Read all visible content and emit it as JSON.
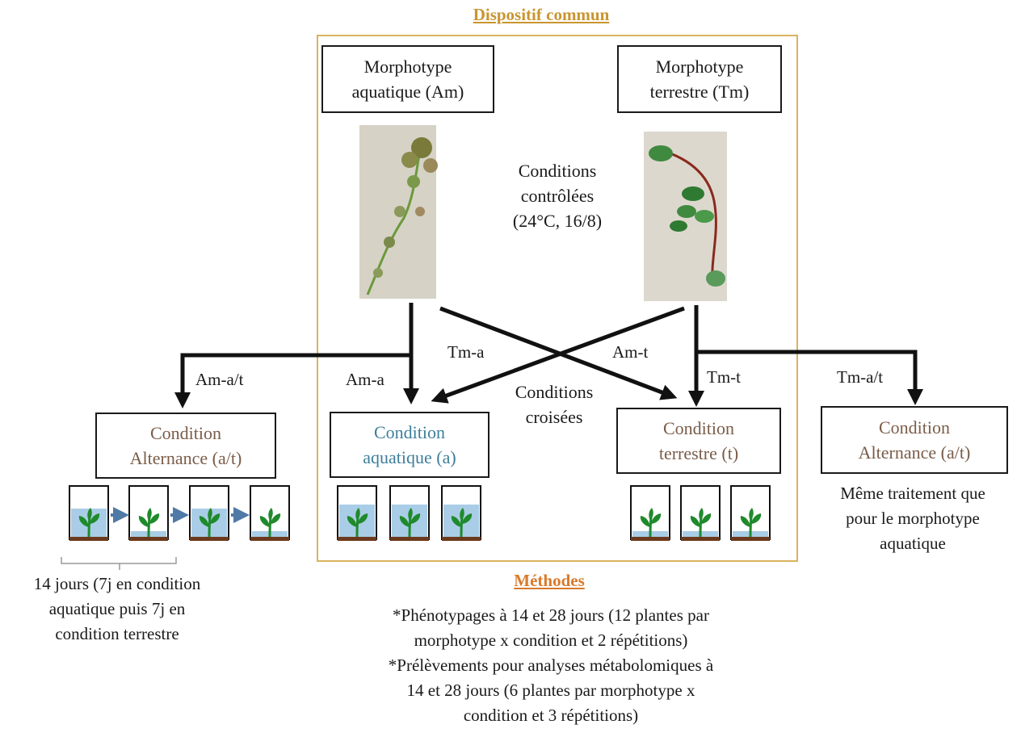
{
  "common_title": "Dispositif commun",
  "methods_title": "Méthodes",
  "morphotypes": {
    "aquatic": [
      "Morphotype",
      "aquatique (Am)"
    ],
    "terrestrial": [
      "Morphotype",
      "terrestre (Tm)"
    ]
  },
  "controlled_conditions": [
    "Conditions",
    "contrôlées",
    "(24°C, 16/8)"
  ],
  "crossed_conditions": [
    "Conditions",
    "croisées"
  ],
  "arrow_labels": {
    "am_at": "Am-a/t",
    "am_a": "Am-a",
    "tm_a": "Tm-a",
    "am_t": "Am-t",
    "tm_t": "Tm-t",
    "tm_at": "Tm-a/t"
  },
  "condition_boxes": {
    "left_alternance": [
      "Condition",
      "Alternance (a/t)"
    ],
    "aquatique": [
      "Condition",
      "aquatique (a)"
    ],
    "terrestre": [
      "Condition",
      "terrestre (t)"
    ],
    "right_alternance": [
      "Condition",
      "Alternance (a/t)"
    ]
  },
  "alternance_duration_note": [
    "14 jours (7j en condition",
    "aquatique puis 7j en",
    "condition terrestre"
  ],
  "same_treatment_note": [
    "Même traitement que",
    "pour le morphotype",
    "aquatique"
  ],
  "methods_lines": [
    "*Phénotypages à 14 et 28 jours (12 plantes par",
    "morphotype x condition et 2 répétitions)",
    "*Prélèvements pour analyses métabolomiques à",
    "14 et 28 jours (6 plantes par morphotype x",
    "condition et 3 répétitions)"
  ],
  "colors": {
    "title_gold": "#c9952f",
    "frame_gold": "#d9b35e",
    "methods_orange": "#d97a2b",
    "alternance_brown": "#7a5c48",
    "aquatic_blue": "#3d7f9a",
    "terrestrial_brown": "#7a5c48",
    "water": "#a9cde6",
    "soil": "#6b3a1e",
    "leaf": "#1f8a2c",
    "small_arrow": "#4f79a6"
  }
}
